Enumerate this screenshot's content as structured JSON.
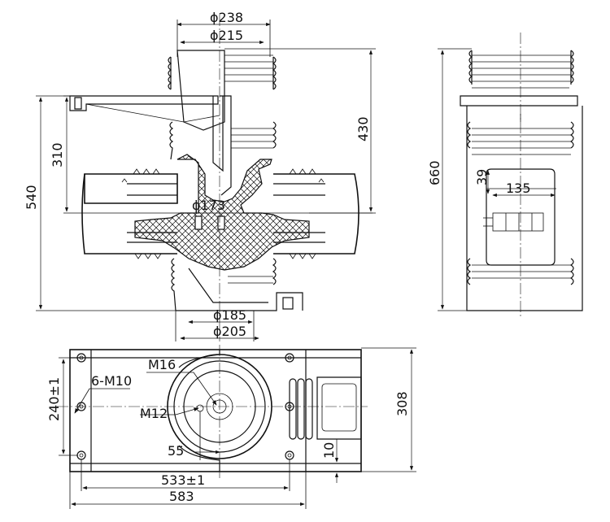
{
  "dimensions": {
    "d238": "ϕ238",
    "d215": "ϕ215",
    "d173": "ϕ173",
    "d185": "ϕ185",
    "d205": "ϕ205",
    "h430": "430",
    "h310": "310",
    "h540": "540",
    "h660": "660",
    "w135": "135",
    "h39": "39",
    "h308": "308",
    "h240": "240±1",
    "w533": "533±1",
    "w583": "583",
    "d55": "55",
    "d10": "10"
  },
  "labels": {
    "m16": "M16",
    "m12": "M12",
    "m10": "6-M10"
  }
}
